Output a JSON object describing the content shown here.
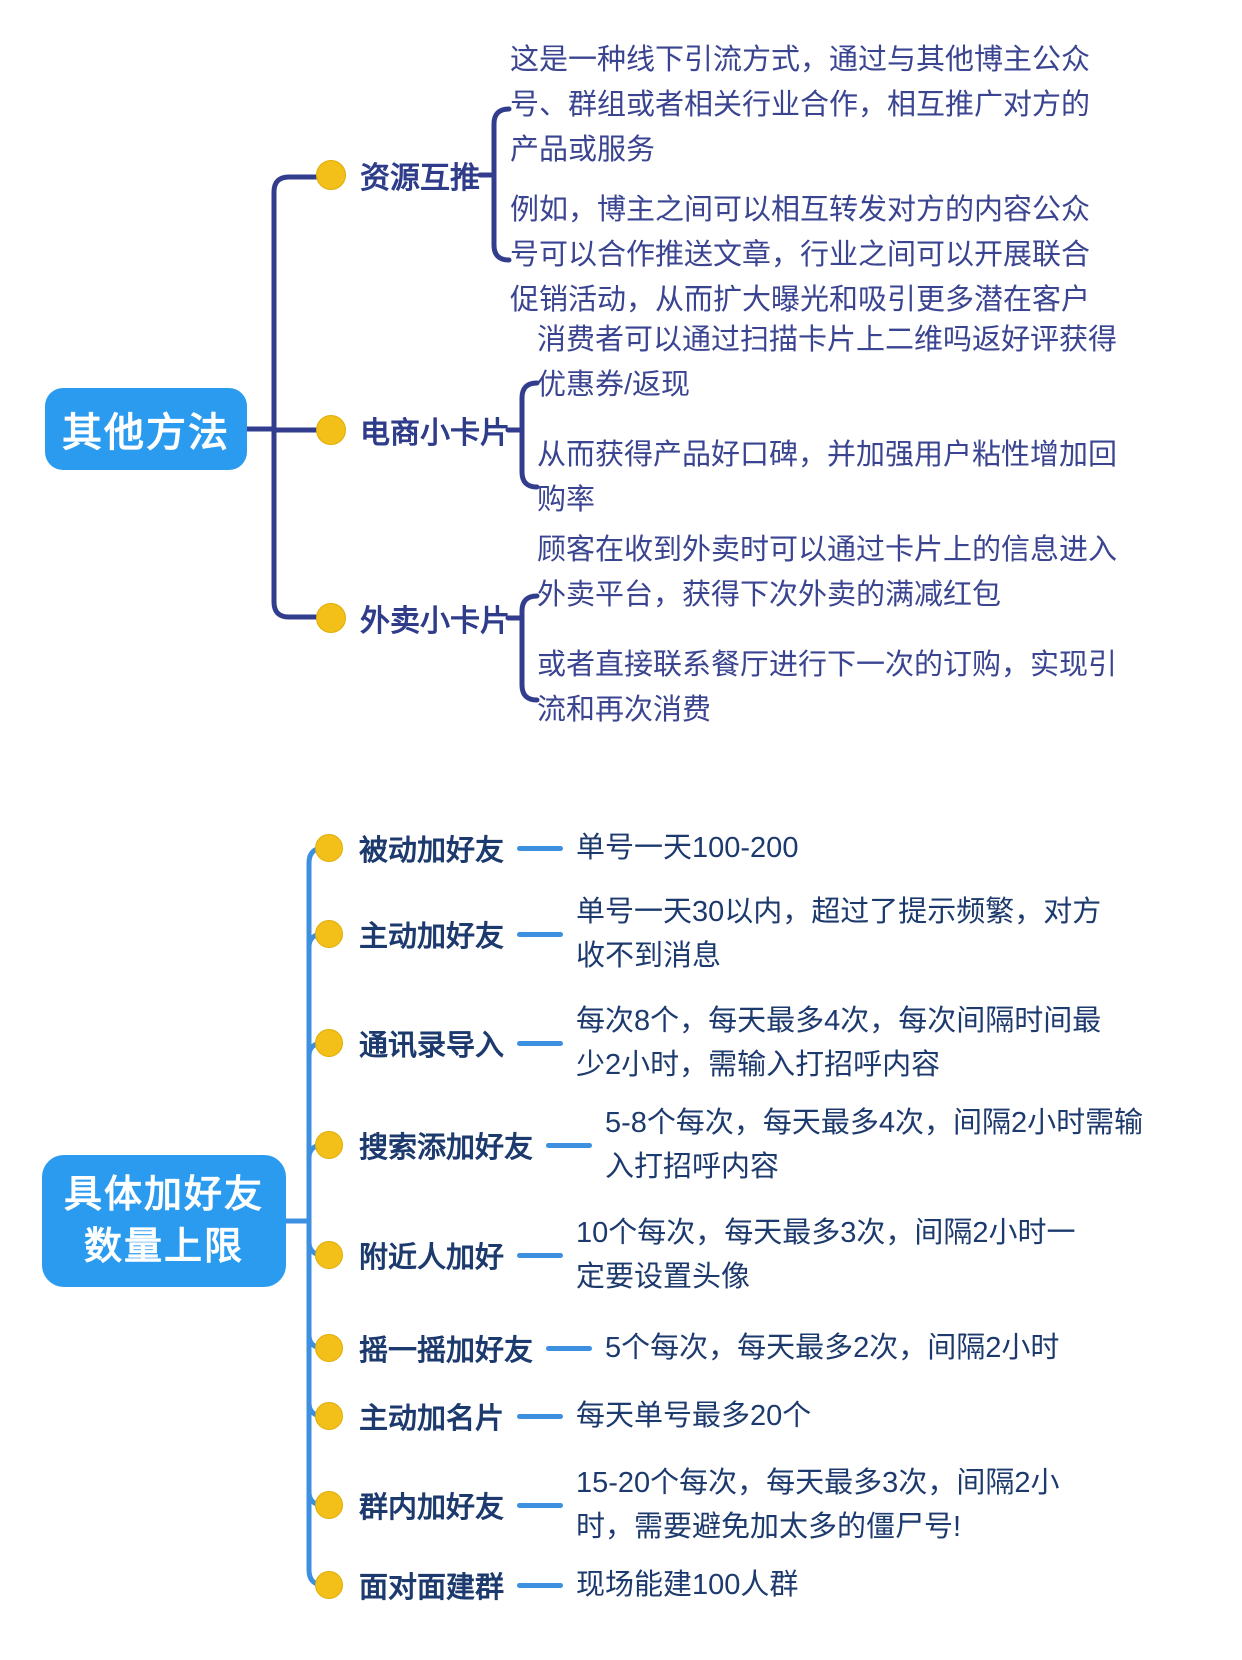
{
  "colors": {
    "root_node_bg": "#2b9bf0",
    "root_node_text": "#ffffff",
    "top_branch_line": "#333d8d",
    "top_text": "#3a4490",
    "bottom_branch_line": "#3d8fe0",
    "bottom_text": "#1d3a6e",
    "bullet": "#f2c018"
  },
  "top_map": {
    "root": "其他方法",
    "branches": [
      {
        "label": "资源互推",
        "paragraphs": [
          "这是一种线下引流方式，通过与其他博主公众号、群组或者相关行业合作，相互推广对方的产品或服务",
          "例如，博主之间可以相互转发对方的内容公众号可以合作推送文章，行业之间可以开展联合促销活动，从而扩大曝光和吸引更多潜在客户"
        ]
      },
      {
        "label": "电商小卡片",
        "paragraphs": [
          "消费者可以通过扫描卡片上二维吗返好评获得优惠券/返现",
          "从而获得产品好口碑，并加强用户粘性增加回购率"
        ]
      },
      {
        "label": "外卖小卡片",
        "paragraphs": [
          "顾客在收到外卖时可以通过卡片上的信息进入外卖平台，获得下次外卖的满减红包",
          "或者直接联系餐厅进行下一次的订购，实现引流和再次消费"
        ]
      }
    ]
  },
  "bottom_map": {
    "root_line1": "具体加好友",
    "root_line2": "数量上限",
    "items": [
      {
        "label": "被动加好友",
        "desc": "单号一天100-200"
      },
      {
        "label": "主动加好友",
        "desc": "单号一天30以内，超过了提示频繁，对方收不到消息"
      },
      {
        "label": "通讯录导入",
        "desc": "每次8个，每天最多4次，每次间隔时间最少2小时，需输入打招呼内容"
      },
      {
        "label": "搜索添加好友",
        "desc": "5-8个每次，每天最多4次，间隔2小时需输入打招呼内容"
      },
      {
        "label": "附近人加好",
        "desc": "10个每次，每天最多3次，间隔2小时一定要设置头像"
      },
      {
        "label": "摇一摇加好友",
        "desc": "5个每次，每天最多2次，间隔2小时"
      },
      {
        "label": "主动加名片",
        "desc": "每天单号最多20个"
      },
      {
        "label": "群内加好友",
        "desc": "15-20个每次，每天最多3次，间隔2小时，需要避免加太多的僵尸号!"
      },
      {
        "label": "面对面建群",
        "desc": "现场能建100人群"
      }
    ]
  }
}
